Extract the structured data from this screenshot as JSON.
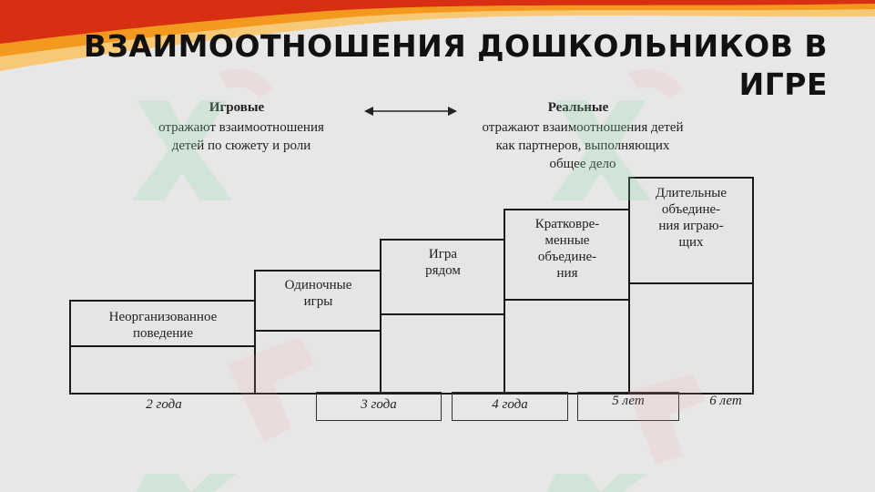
{
  "slide": {
    "title": "ВЗАИМООТНОШЕНИЯ ДОШКОЛЬНИКОВ В ИГРЕ",
    "accent_colors": [
      "#d82f12",
      "#f39a1e",
      "#f7c977"
    ]
  },
  "relations": {
    "play": {
      "heading": "Игровые",
      "description_lines": [
        "отражают взаимоотношения",
        "детей по сюжету и роли"
      ]
    },
    "real": {
      "heading": "Реальные",
      "description_lines": [
        "отражают взаимоотношения детей",
        "как партнеров, выполняющих",
        "общее дело"
      ]
    },
    "arrow_icon": "double-arrow-icon"
  },
  "stages": [
    {
      "lines": [
        "Неорганизованное",
        "поведение"
      ]
    },
    {
      "lines": [
        "Одиночные",
        "игры"
      ]
    },
    {
      "lines": [
        "Игра",
        "рядом"
      ]
    },
    {
      "lines": [
        "Кратковре-",
        "менные",
        "объедине-",
        "ния"
      ]
    },
    {
      "lines": [
        "Длительные",
        "объедине-",
        "ния играю-",
        "щих"
      ]
    }
  ],
  "ages": [
    "2 года",
    "3 года",
    "4 года",
    "5 лет",
    "6 лет"
  ],
  "watermark_icon": "xsoft-watermark-icon"
}
